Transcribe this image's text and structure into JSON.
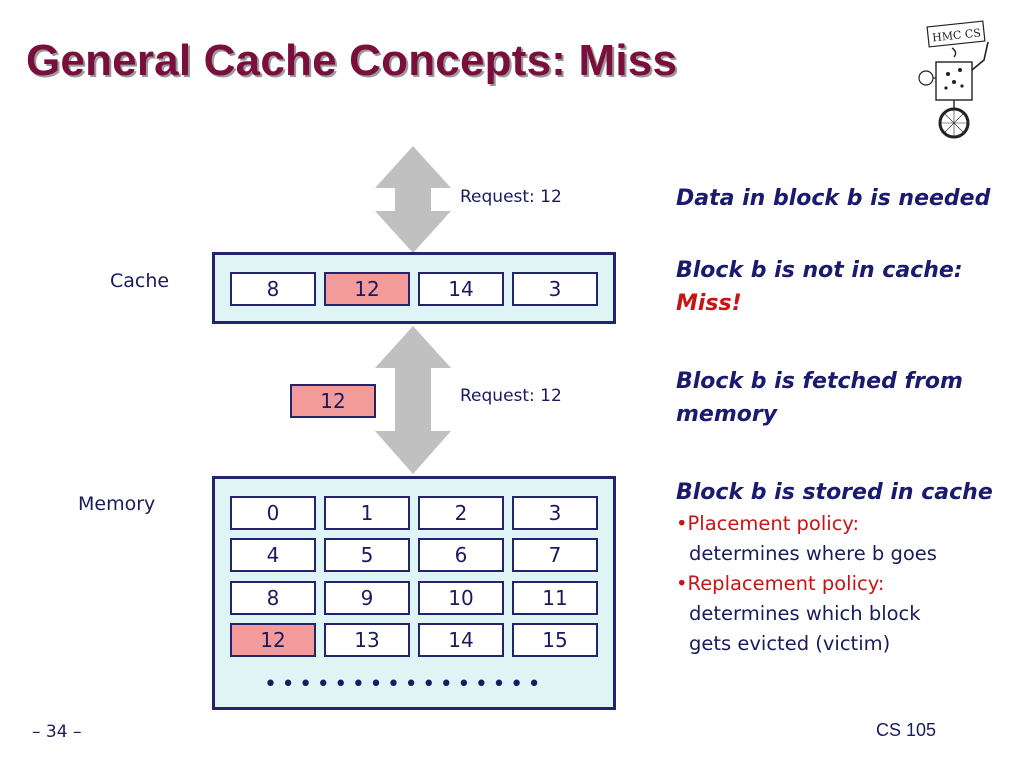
{
  "slide": {
    "title": "General Cache Concepts: Miss",
    "logo_text": "HMC CS"
  },
  "labels": {
    "cache": "Cache",
    "memory": "Memory",
    "request_top": "Request: 12",
    "request_mid": "Request: 12"
  },
  "cache_blocks": [
    "8",
    "12",
    "14",
    "3"
  ],
  "fetched_block": "12",
  "memory_rows": [
    [
      "0",
      "1",
      "2",
      "3"
    ],
    [
      "4",
      "5",
      "6",
      "7"
    ],
    [
      "8",
      "9",
      "10",
      "11"
    ],
    [
      "12",
      "13",
      "14",
      "15"
    ]
  ],
  "dots": "••••••••••••••••",
  "steps": {
    "s1": "Data in block b is needed",
    "s2a": "Block b is not in cache:",
    "s2b": "Miss!",
    "s3a": "Block b is fetched from",
    "s3b": "memory",
    "s4": "Block b is stored in cache",
    "b1a": "Placement policy:",
    "b1b": "determines where b goes",
    "b2a": "Replacement policy:",
    "b2b": "determines which block",
    "b2c": "gets evicted (victim)"
  },
  "footer": {
    "page": "– 34 –",
    "course": "CS 105"
  },
  "colors": {
    "title": "#7a0e3c",
    "highlight": "#f39a9a",
    "panel": "#dff4f4",
    "border": "#24246e",
    "arrow": "#c0c0c0",
    "miss": "#c81414"
  }
}
